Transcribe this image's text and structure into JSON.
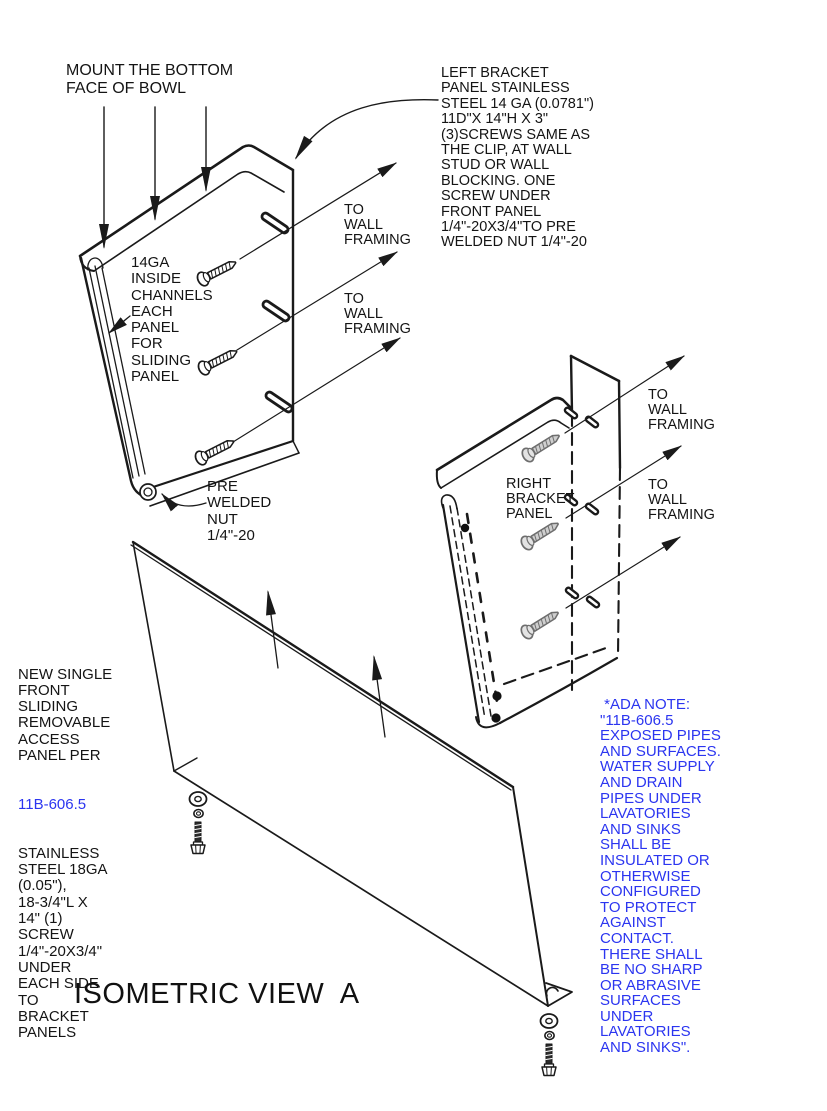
{
  "colors": {
    "line": "#1a1a1a",
    "text": "#141414",
    "reference_blue": "#2b35f0",
    "screw_gray": "#6e6e6e",
    "background": "#ffffff"
  },
  "annotations": {
    "mount_note": "MOUNT THE BOTTOM\nFACE OF BOWL",
    "left_bracket_note": "LEFT BRACKET\nPANEL STAINLESS\nSTEEL 14 GA (0.0781\")\n11D\"X 14\"H X 3\"\n(3)SCREWS SAME AS\nTHE CLIP, AT WALL\nSTUD OR WALL\nBLOCKING. ONE\nSCREW UNDER\nFRONT PANEL\n1/4\"-20X3/4\"TO PRE\nWELDED NUT 1/4\"-20",
    "channels_note": "14GA\nINSIDE\nCHANNELS\nEACH\nPANEL\nFOR\nSLIDING\nPANEL",
    "to_wall_framing": "TO\nWALL\nFRAMING",
    "pre_welded_note": "PRE\nWELDED\nNUT\n1/4\"-20",
    "right_bracket_label": "RIGHT\nBRACKET\nPANEL",
    "front_panel_note_start": "NEW SINGLE\nFRONT\nSLIDING\nREMOVABLE\nACCESS\nPANEL PER",
    "front_panel_note_code": "11B-606.5",
    "front_panel_note_end": "STAINLESS\nSTEEL 18GA\n(0.05\"),\n18-3/4\"L X\n14\" (1)\nSCREW\n1/4\"-20X3/4\"\nUNDER\nEACH SIDE\nTO\nBRACKET\nPANELS",
    "ada_note": " *ADA NOTE:\n\"11B-606.5\nEXPOSED PIPES\nAND SURFACES.\nWATER SUPPLY\nAND DRAIN\nPIPES UNDER\nLAVATORIES\nAND SINKS\nSHALL BE\nINSULATED OR\nOTHERWISE\nCONFIGURED\nTO PROTECT\nAGAINST\nCONTACT.\nTHERE SHALL\nBE NO SHARP\nOR ABRASIVE\nSURFACES\nUNDER\nLAVATORIES\nAND SINKS\".",
    "view_title": "ISOMETRIC VIEW  A"
  }
}
